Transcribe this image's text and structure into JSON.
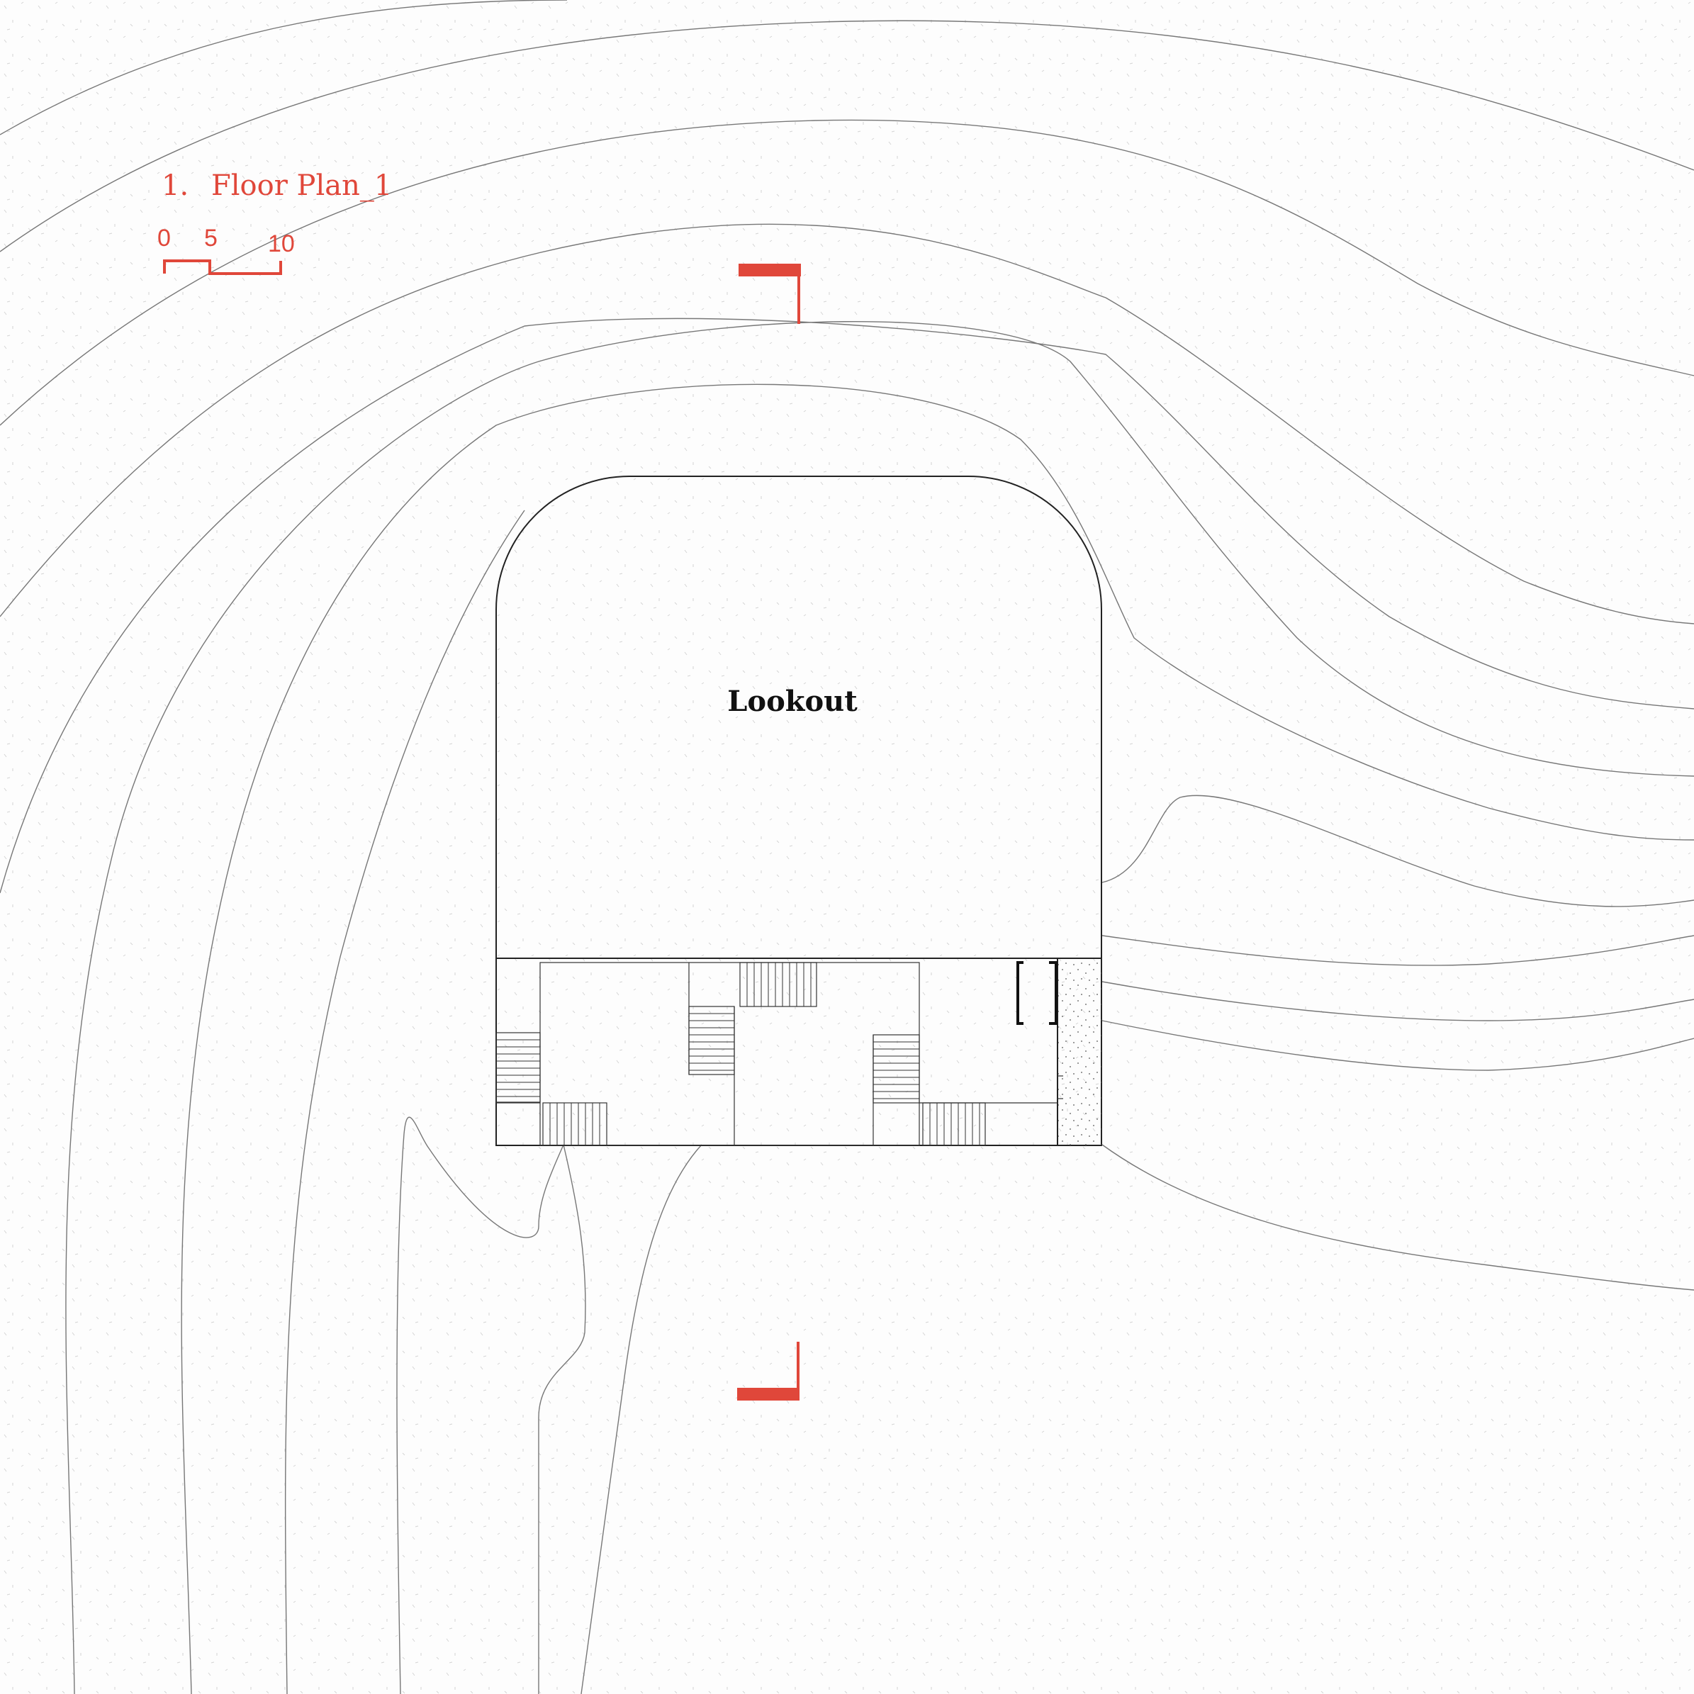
{
  "drawing": {
    "number": "1.",
    "title": "Floor Plan_1"
  },
  "scale_bar": {
    "ticks": [
      "0",
      "5",
      "10"
    ]
  },
  "rooms": [
    {
      "label": "Lookout"
    }
  ],
  "colors": {
    "accent": "#e0473a",
    "line": "#222222",
    "contour": "#777777",
    "background": "#fdfdfd"
  },
  "markers": [
    "section-marker-top",
    "section-marker-bottom"
  ]
}
